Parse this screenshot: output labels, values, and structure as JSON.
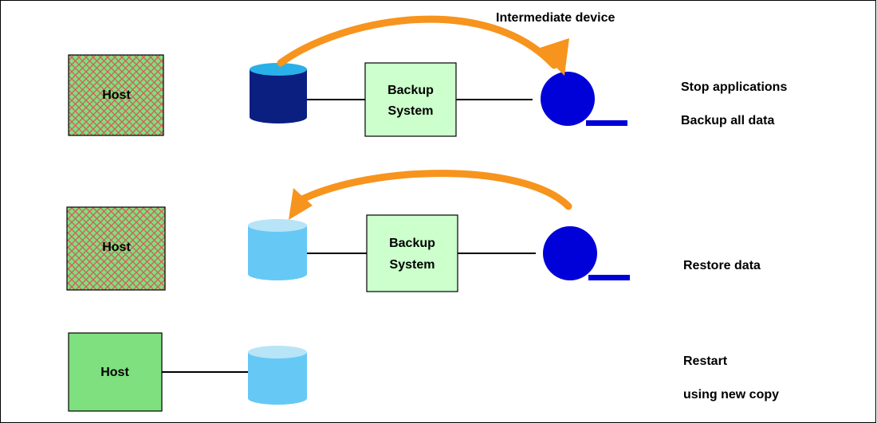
{
  "title": "Intermediate device",
  "scenario_1": {
    "host_label": "Host",
    "backup_label_line1": "Backup",
    "backup_label_line2": "System",
    "step_1": "Stop applications",
    "step_2": "Backup all data"
  },
  "scenario_2": {
    "host_label": "Host",
    "backup_label_line1": "Backup",
    "backup_label_line2": "System",
    "step_1": "Restore data"
  },
  "scenario_3": {
    "host_label": "Host",
    "step_1": "Restart",
    "step_2": "using new copy"
  },
  "colors": {
    "arrow": "#f7941d",
    "host_green": "#7ee07e",
    "host_hatch": "#d9585a",
    "backup_box": "#ccffcc",
    "disk_dark": "#0a1f80",
    "disk_dark_top": "#2ab0e8",
    "disk_light": "#66c8f5",
    "disk_light_top": "#b8e4f8",
    "tape": "#0000d8"
  }
}
